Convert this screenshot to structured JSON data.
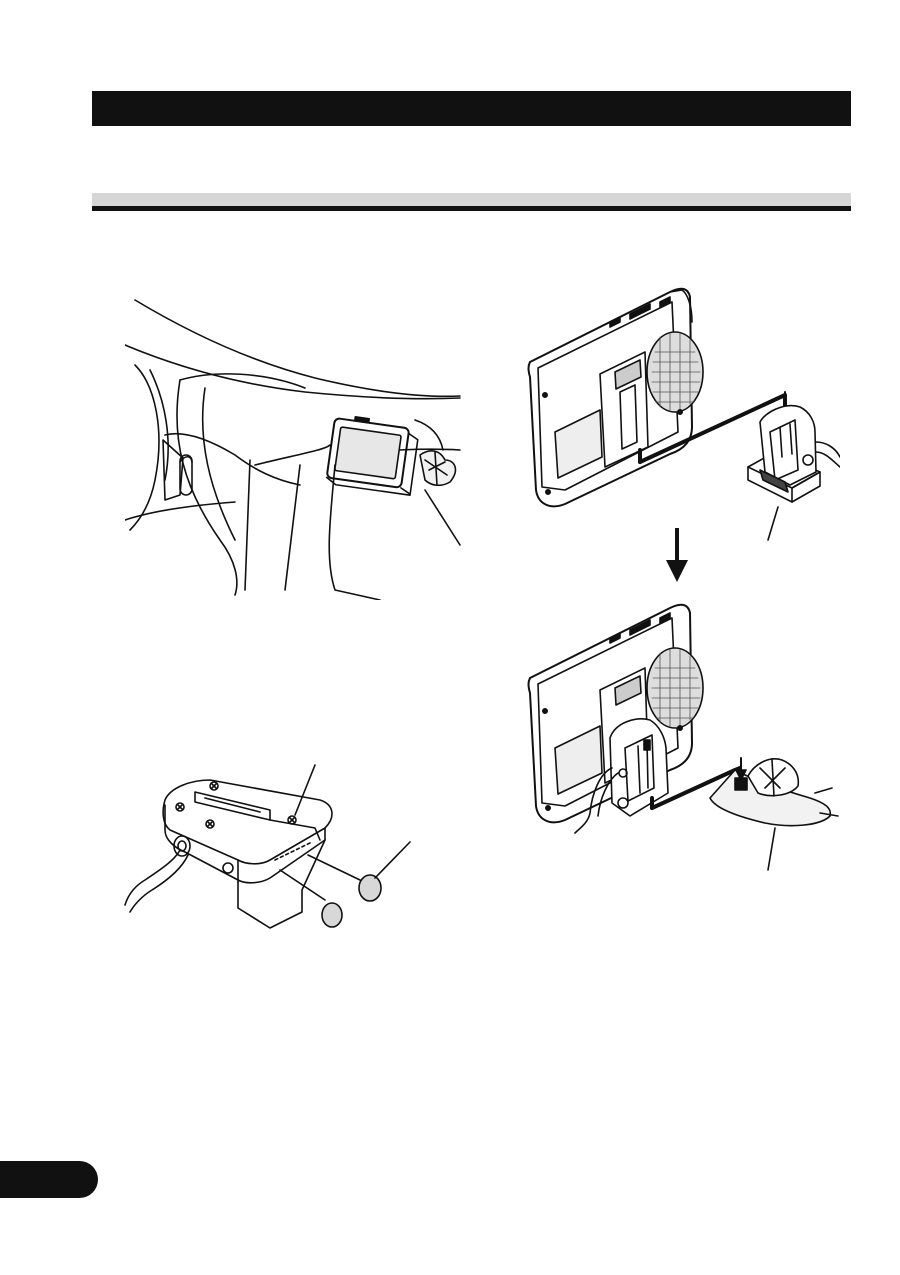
{
  "header": {
    "title": "",
    "section": ""
  },
  "figures": [
    {
      "id": "fig-dashboard",
      "icon": "car-dashboard-with-navigation-unit"
    },
    {
      "id": "fig-unit-cradle",
      "icon": "unit-sliding-onto-cradle"
    },
    {
      "id": "fig-unit-suction",
      "icon": "unit-attached-to-suction-mount"
    },
    {
      "id": "fig-cradle-pads",
      "icon": "cradle-base-with-adhesive-pads"
    }
  ],
  "page_tab": {
    "label": ""
  }
}
